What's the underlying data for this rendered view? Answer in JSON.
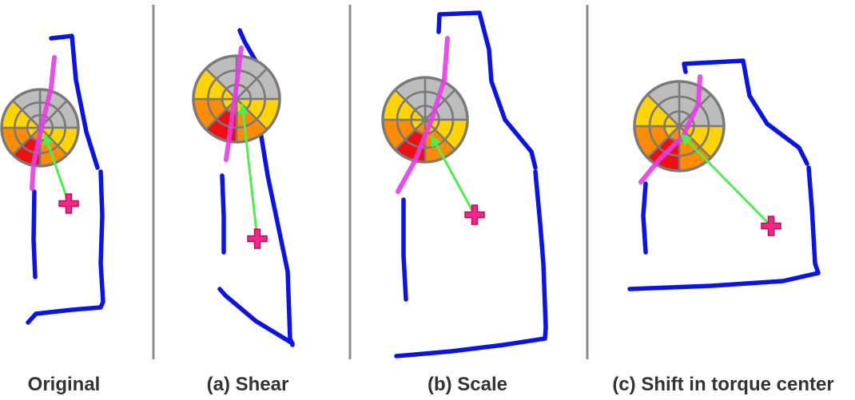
{
  "panels": [
    {
      "caption": "Original"
    },
    {
      "caption": "(a) Shear"
    },
    {
      "caption": "(b) Scale"
    },
    {
      "caption": "(c) Shift in torque center"
    }
  ],
  "colors": {
    "outline": "#0a14e8",
    "highlight": "#e83ce8",
    "vector": "#4cf04c",
    "marker": "#f0288c",
    "marker_edge": "#c80a50",
    "divider": "#8c8c8c",
    "wheel_rim": "#7a7a7a",
    "sector_gray": "#bdbdbd",
    "sector_yellow": "#ffd400",
    "sector_orange": "#ff8c00",
    "sector_red": "#ee1010"
  }
}
